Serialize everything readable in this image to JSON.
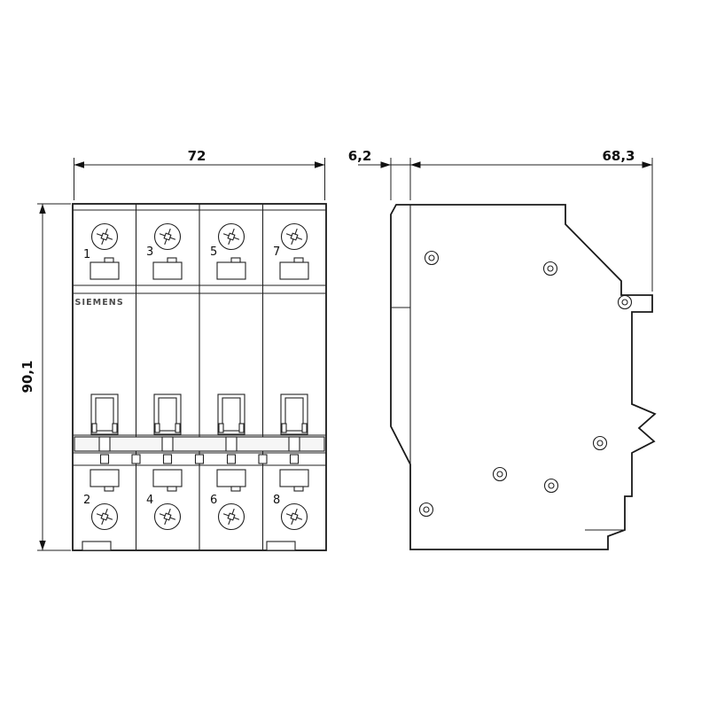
{
  "drawing": {
    "brand": "SIEMENS",
    "dimensions": {
      "width": "72",
      "height": "90,1",
      "front_depth": "6,2",
      "body_depth": "68,3"
    },
    "front_view": {
      "top_pole_labels": [
        "1",
        "3",
        "5",
        "7"
      ],
      "bottom_pole_labels": [
        "2",
        "4",
        "6",
        "8"
      ]
    },
    "colors": {
      "line": "#1a1a1a",
      "background": "#ffffff"
    }
  }
}
